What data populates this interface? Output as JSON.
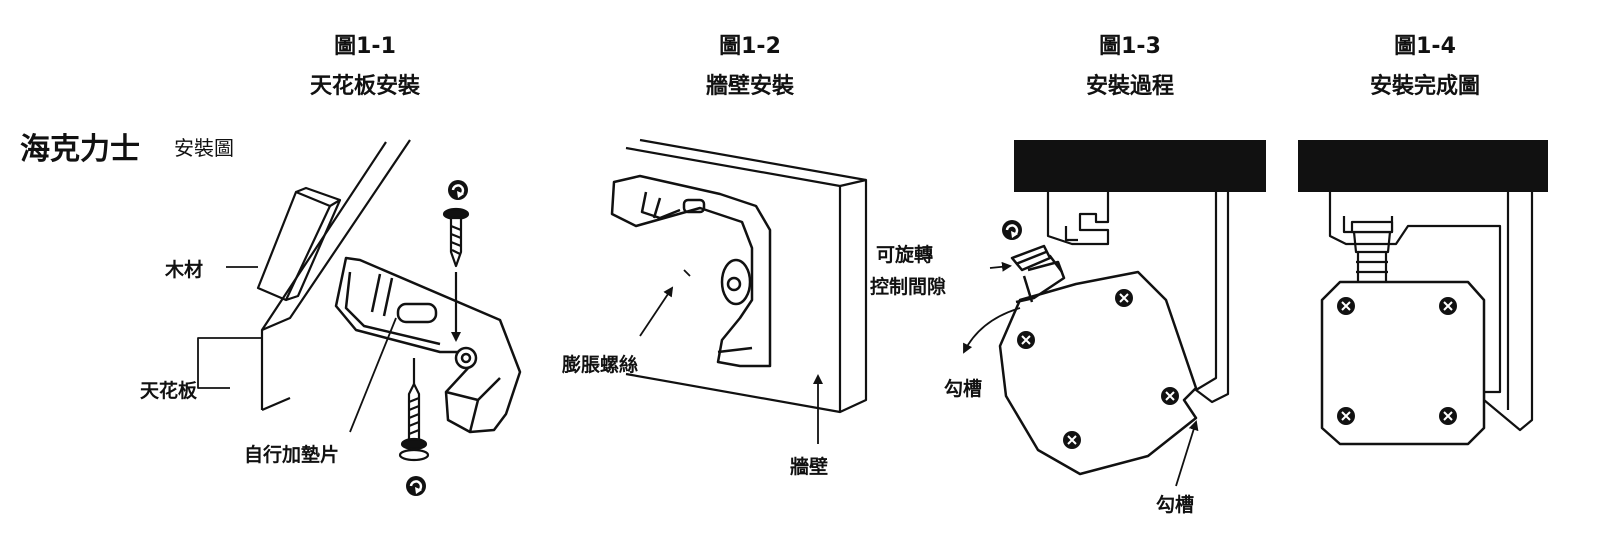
{
  "brand": {
    "name": "海克力士",
    "subtitle": "安裝圖"
  },
  "figures": [
    {
      "number": "圖1-1",
      "title": "天花板安裝"
    },
    {
      "number": "圖1-2",
      "title": "牆壁安裝"
    },
    {
      "number": "圖1-3",
      "title": "安裝過程"
    },
    {
      "number": "圖1-4",
      "title": "安裝完成圖"
    }
  ],
  "callouts": {
    "wood": "木材",
    "ceiling": "天花板",
    "spacer": "自行加墊片",
    "expansion_screw": "膨脹螺絲",
    "wall": "牆壁",
    "rotate_line1": "可旋轉",
    "rotate_line2": "控制間隙",
    "hook_slot_a": "勾槽",
    "hook_slot_b": "勾槽"
  },
  "icons": [
    "rotate-arrow-icon",
    "screw-icon",
    "bracket-icon",
    "x-screw-icon"
  ],
  "colors": {
    "ink": "#111111",
    "background": "#ffffff"
  }
}
